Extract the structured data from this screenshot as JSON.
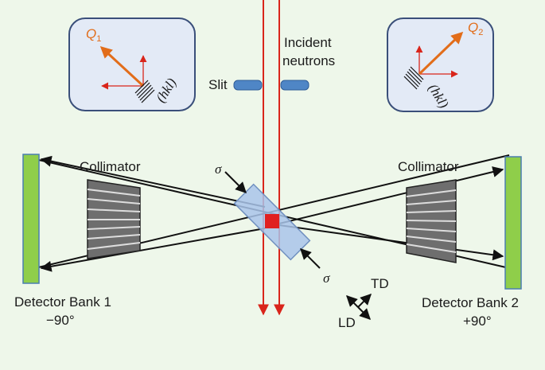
{
  "colors": {
    "background": "#eef7ea",
    "beam": "#d9251b",
    "q_vector": "#e26d1a",
    "detector": "#8fce4a",
    "sample": "#a9c4ea",
    "gauge_volume": "#e02020",
    "slit": "#4f86c6",
    "inset_fill": "#e3eaf6",
    "inset_border": "#3a4f7a"
  },
  "labels": {
    "incident": "Incident",
    "neutrons": "neutrons",
    "slit": "Slit",
    "collimator_left": "Collimator",
    "collimator_right": "Collimator",
    "detector1_name": "Detector Bank 1",
    "detector1_angle": "−90°",
    "detector2_name": "Detector Bank 2",
    "detector2_angle": "+90°",
    "sigma_top": "σ",
    "sigma_bottom": "σ",
    "td": "TD",
    "ld": "LD"
  },
  "insets": {
    "left": {
      "q_main": "Q",
      "q_sub": "1",
      "plane": "(hkl)"
    },
    "right": {
      "q_main": "Q",
      "q_sub": "2",
      "plane": "(hkl)"
    }
  }
}
